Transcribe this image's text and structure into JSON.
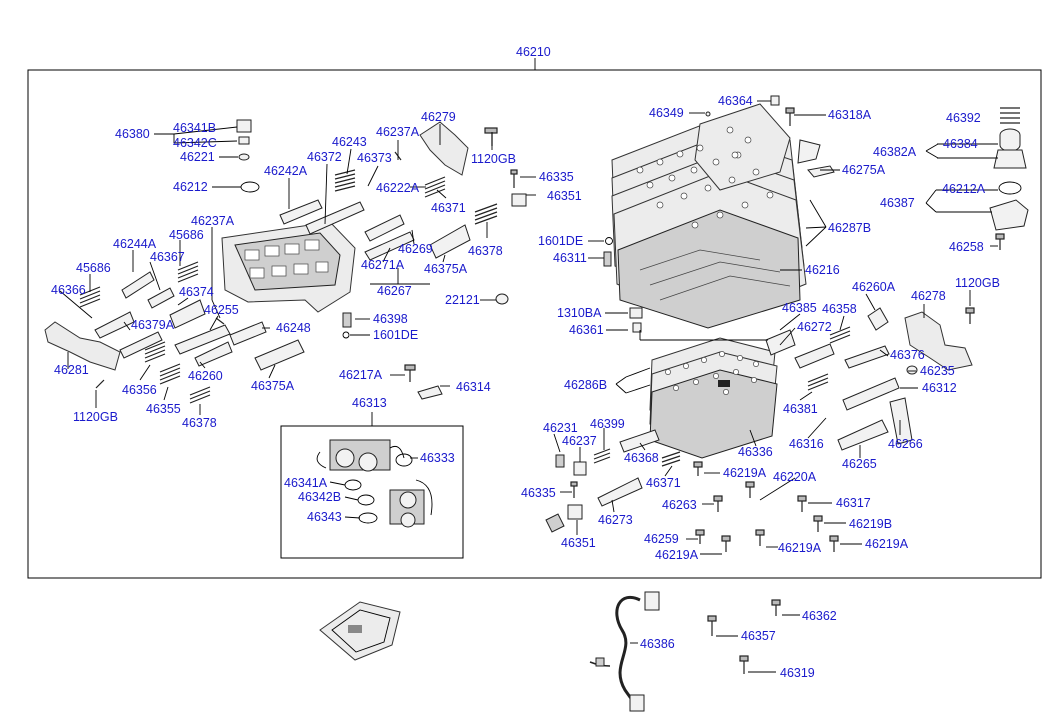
{
  "diagram": {
    "assembly_label": "46210",
    "labels": [
      {
        "id": "46380",
        "text": "46380"
      },
      {
        "id": "46341B",
        "text": "46341B"
      },
      {
        "id": "46342C",
        "text": "46342C"
      },
      {
        "id": "46221",
        "text": "46221"
      },
      {
        "id": "46212",
        "text": "46212"
      },
      {
        "id": "46242A",
        "text": "46242A"
      },
      {
        "id": "46372",
        "text": "46372"
      },
      {
        "id": "46243",
        "text": "46243"
      },
      {
        "id": "46373",
        "text": "46373"
      },
      {
        "id": "46237A_top",
        "text": "46237A"
      },
      {
        "id": "46279",
        "text": "46279"
      },
      {
        "id": "1120GB_top",
        "text": "1120GB"
      },
      {
        "id": "46222A",
        "text": "46222A"
      },
      {
        "id": "46371_top",
        "text": "46371"
      },
      {
        "id": "46335_top",
        "text": "46335"
      },
      {
        "id": "46351_top",
        "text": "46351"
      },
      {
        "id": "46378_top",
        "text": "46378"
      },
      {
        "id": "46237A_left",
        "text": "46237A"
      },
      {
        "id": "46244A",
        "text": "46244A"
      },
      {
        "id": "45686_a",
        "text": "45686"
      },
      {
        "id": "45686_b",
        "text": "45686"
      },
      {
        "id": "46367",
        "text": "46367"
      },
      {
        "id": "46366",
        "text": "46366"
      },
      {
        "id": "46374",
        "text": "46374"
      },
      {
        "id": "46379A",
        "text": "46379A"
      },
      {
        "id": "46255",
        "text": "46255"
      },
      {
        "id": "46248",
        "text": "46248"
      },
      {
        "id": "46281",
        "text": "46281"
      },
      {
        "id": "46356",
        "text": "46356"
      },
      {
        "id": "46260",
        "text": "46260"
      },
      {
        "id": "46375A_bottom",
        "text": "46375A"
      },
      {
        "id": "46355",
        "text": "46355"
      },
      {
        "id": "46378_bottom",
        "text": "46378"
      },
      {
        "id": "1120GB_left",
        "text": "1120GB"
      },
      {
        "id": "46269",
        "text": "46269"
      },
      {
        "id": "46271A",
        "text": "46271A"
      },
      {
        "id": "46375A_mid",
        "text": "46375A"
      },
      {
        "id": "46267",
        "text": "46267"
      },
      {
        "id": "22121",
        "text": "22121"
      },
      {
        "id": "46398",
        "text": "46398"
      },
      {
        "id": "1601DE_mid",
        "text": "1601DE"
      },
      {
        "id": "46217A",
        "text": "46217A"
      },
      {
        "id": "46314",
        "text": "46314"
      },
      {
        "id": "46313",
        "text": "46313"
      },
      {
        "id": "46333",
        "text": "46333"
      },
      {
        "id": "46341A",
        "text": "46341A"
      },
      {
        "id": "46342B",
        "text": "46342B"
      },
      {
        "id": "46343",
        "text": "46343"
      },
      {
        "id": "46349",
        "text": "46349"
      },
      {
        "id": "46364",
        "text": "46364"
      },
      {
        "id": "46318A",
        "text": "46318A"
      },
      {
        "id": "46392",
        "text": "46392"
      },
      {
        "id": "46384",
        "text": "46384"
      },
      {
        "id": "46382A",
        "text": "46382A"
      },
      {
        "id": "46275A",
        "text": "46275A"
      },
      {
        "id": "46212A",
        "text": "46212A"
      },
      {
        "id": "46387",
        "text": "46387"
      },
      {
        "id": "46287B",
        "text": "46287B"
      },
      {
        "id": "46258",
        "text": "46258"
      },
      {
        "id": "1601DE_right",
        "text": "1601DE"
      },
      {
        "id": "46311",
        "text": "46311"
      },
      {
        "id": "46216",
        "text": "46216"
      },
      {
        "id": "46260A",
        "text": "46260A"
      },
      {
        "id": "46278",
        "text": "46278"
      },
      {
        "id": "1120GB_right",
        "text": "1120GB"
      },
      {
        "id": "1310BA",
        "text": "1310BA"
      },
      {
        "id": "46361",
        "text": "46361"
      },
      {
        "id": "46385",
        "text": "46385"
      },
      {
        "id": "46358",
        "text": "46358"
      },
      {
        "id": "46272",
        "text": "46272"
      },
      {
        "id": "46376",
        "text": "46376"
      },
      {
        "id": "46235",
        "text": "46235"
      },
      {
        "id": "46286B",
        "text": "46286B"
      },
      {
        "id": "46312",
        "text": "46312"
      },
      {
        "id": "46381",
        "text": "46381"
      },
      {
        "id": "46231",
        "text": "46231"
      },
      {
        "id": "46399",
        "text": "46399"
      },
      {
        "id": "46237",
        "text": "46237"
      },
      {
        "id": "46368",
        "text": "46368"
      },
      {
        "id": "46336",
        "text": "46336"
      },
      {
        "id": "46316",
        "text": "46316"
      },
      {
        "id": "46266",
        "text": "46266"
      },
      {
        "id": "46265",
        "text": "46265"
      },
      {
        "id": "46371_bottom",
        "text": "46371"
      },
      {
        "id": "46219A_a",
        "text": "46219A"
      },
      {
        "id": "46220A",
        "text": "46220A"
      },
      {
        "id": "46335_bottom",
        "text": "46335"
      },
      {
        "id": "46263",
        "text": "46263"
      },
      {
        "id": "46273",
        "text": "46273"
      },
      {
        "id": "46317",
        "text": "46317"
      },
      {
        "id": "46219B",
        "text": "46219B"
      },
      {
        "id": "46351_bottom",
        "text": "46351"
      },
      {
        "id": "46259",
        "text": "46259"
      },
      {
        "id": "46219A_b",
        "text": "46219A"
      },
      {
        "id": "46219A_c",
        "text": "46219A"
      },
      {
        "id": "46219A_d",
        "text": "46219A"
      },
      {
        "id": "46362",
        "text": "46362"
      },
      {
        "id": "46357",
        "text": "46357"
      },
      {
        "id": "46386",
        "text": "46386"
      },
      {
        "id": "46319",
        "text": "46319"
      }
    ]
  }
}
